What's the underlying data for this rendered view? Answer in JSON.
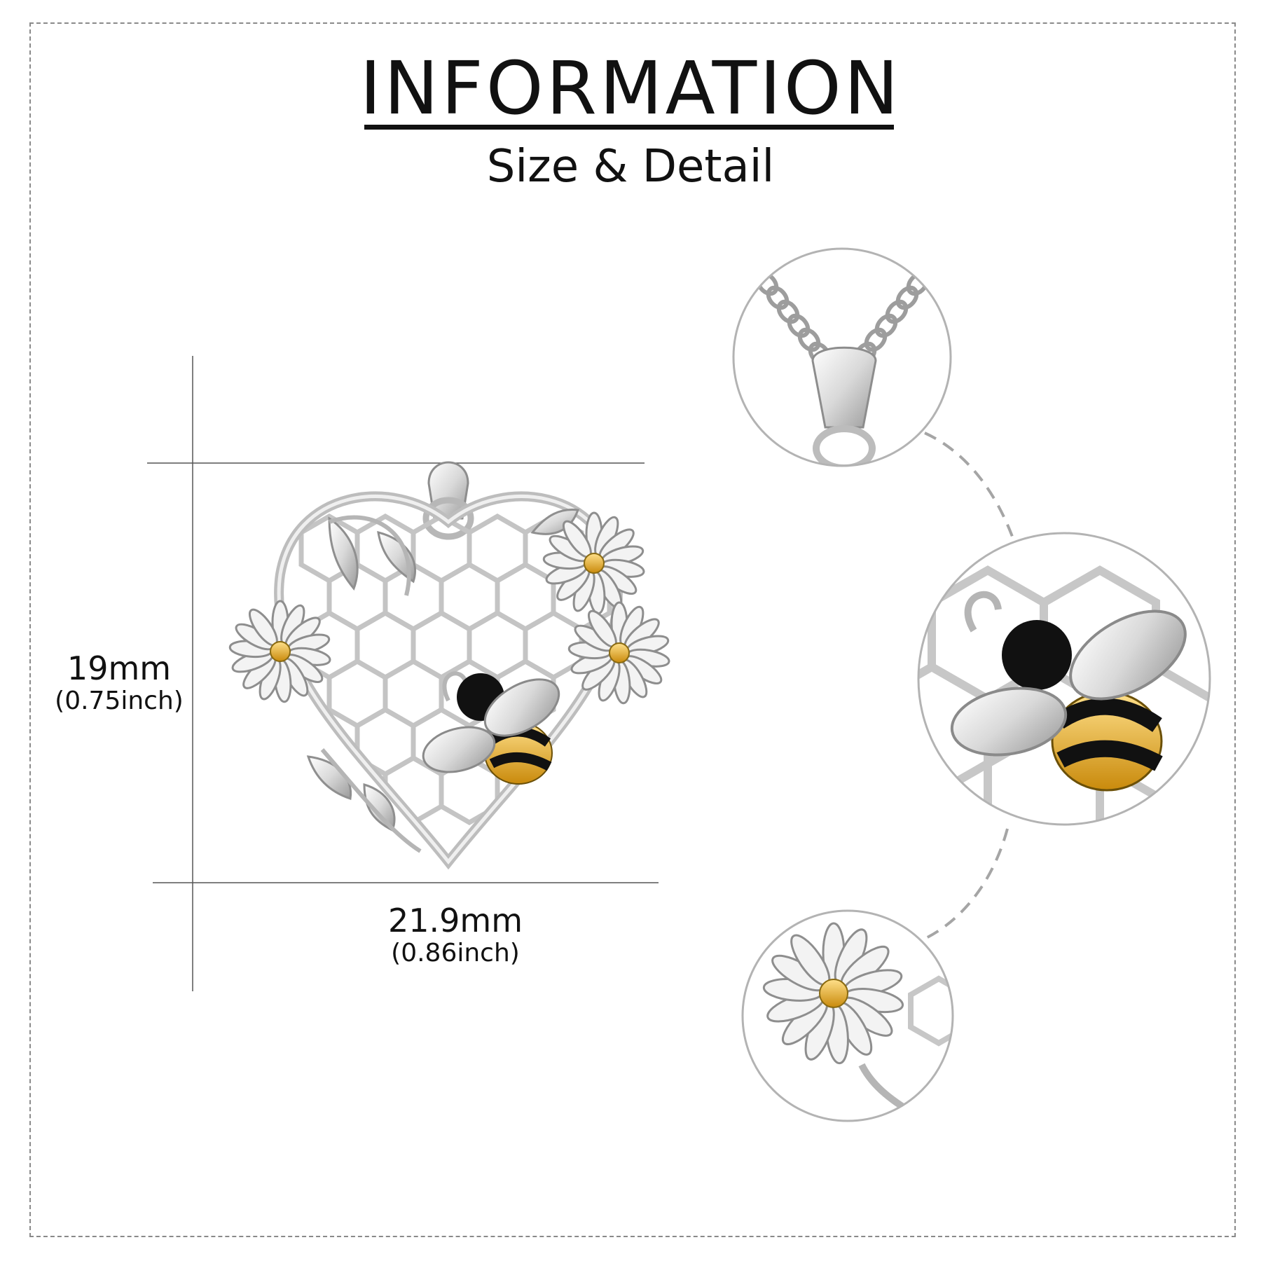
{
  "header": {
    "title": "INFORMATION",
    "subtitle": "Size & Detail"
  },
  "dimensions": {
    "height_mm": "19mm",
    "height_in": "(0.75inch)",
    "width_mm": "21.9mm",
    "width_in": "(0.86inch)"
  },
  "product": {
    "pendant_icon": "heart-honeycomb-bee-pendant",
    "detail_views": [
      "bail-and-chain-detail",
      "bee-detail",
      "daisy-detail"
    ]
  },
  "colors": {
    "silver": "#d8d8d8",
    "gold": "#e8b21c",
    "enamel_black": "#111111",
    "frame": "#8a8a8a"
  }
}
